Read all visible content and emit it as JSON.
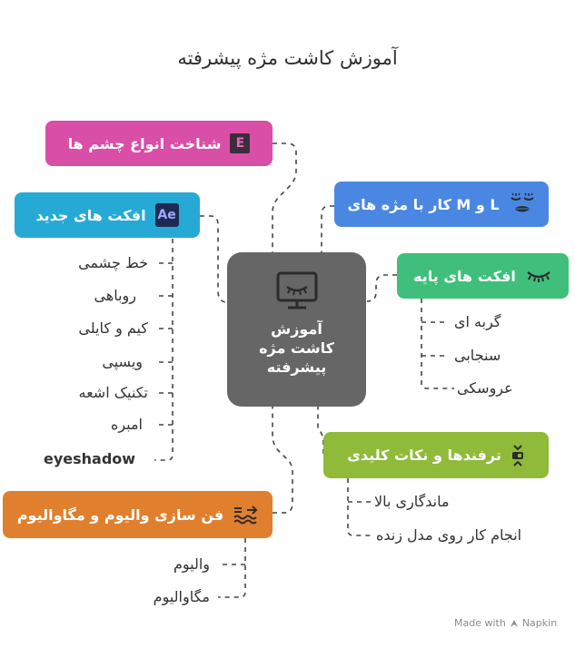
{
  "title": "آموزش کاشت مژه پیشرفته",
  "center": {
    "line1": "آموزش",
    "line2": "کاشت مژه",
    "line3": "پیشرفته"
  },
  "branches": {
    "eye_types": {
      "label": "شناخت انواع چشم ها",
      "color": "#d94ea7",
      "icon": "letter-e-badge-icon",
      "badge_text": "E"
    },
    "new_effects": {
      "label": "افکت های جدید",
      "color": "#27a9d6",
      "icon": "after-effects-badge-icon",
      "badge_text": "Ae",
      "items": [
        "خط چشمی",
        "روباهی",
        "کیم و کایلی",
        "ویسپی",
        "تکنیک اشعه",
        "امبره",
        "eyeshadow"
      ]
    },
    "volume": {
      "label": "فن سازی والیوم و مگاوالیوم",
      "color": "#e07f2d",
      "icon": "fan-waves-icon",
      "items": [
        "والیوم",
        "مگاوالیوم"
      ]
    },
    "lm_curls": {
      "label": "L و M کار با مژه های",
      "color": "#4a87e2",
      "icon": "lashes-lips-icon"
    },
    "basic_effects": {
      "label": "افکت های پایه",
      "color": "#3fbf7b",
      "icon": "closed-eye-lashes-icon",
      "items": [
        "گربه ای",
        "سنجابی",
        "عروسکی"
      ]
    },
    "tips": {
      "label": "ترفندها و نکات کلیدی",
      "color": "#8fba3a",
      "icon": "tips-toggle-icon",
      "items": [
        "ماندگاری بالا",
        "انجام کار روی مدل زنده"
      ]
    }
  },
  "footer": {
    "made_with": "Made with",
    "brand": "Napkin"
  },
  "colors": {
    "center": "#666666",
    "lines": "#444444"
  }
}
